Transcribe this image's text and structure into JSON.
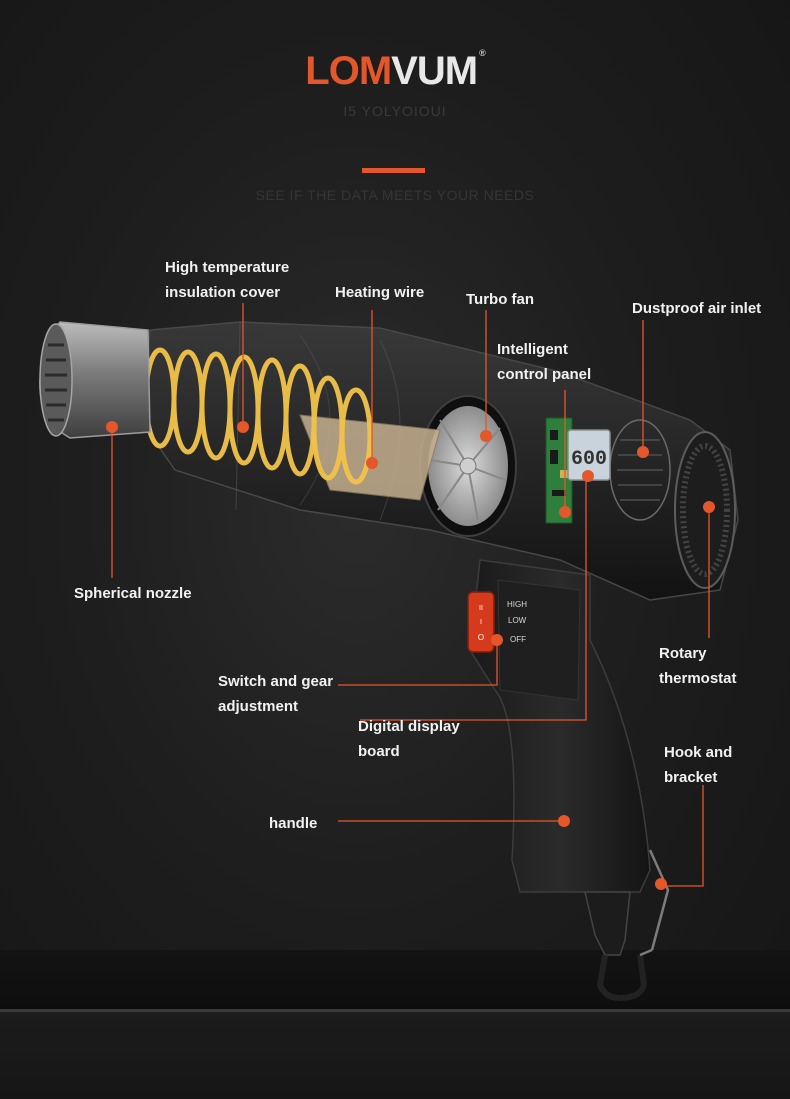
{
  "brand": {
    "logo_primary": "LOM",
    "logo_secondary": "VUM",
    "trademark": "®"
  },
  "header": {
    "subtitle": "I5 YOLYOIOUI",
    "tagline": "SEE IF THE DATA MEETS YOUR NEEDS"
  },
  "display": {
    "readout": "600"
  },
  "switch": {
    "high": "HIGH",
    "low": "LOW",
    "off": "OFF",
    "rocker_symbols": "II I O"
  },
  "labels": {
    "insulation_cover": "High temperature\ninsulation cover",
    "heating_wire": "Heating wire",
    "turbo_fan": "Turbo fan",
    "dustproof_inlet": "Dustproof air inlet",
    "control_panel": "Intelligent\ncontrol panel",
    "nozzle": "Spherical nozzle",
    "rotary_thermostat": "Rotary\nthermostat",
    "switch_gear": "Switch and gear\nadjustment",
    "display_board": "Digital display\nboard",
    "hook_bracket": "Hook and\nbracket",
    "handle": "handle"
  },
  "colors": {
    "accent": "#e4572a",
    "background": "#1e1e1e",
    "label_text": "#f2f2f2",
    "coil": "#f3c44a"
  }
}
